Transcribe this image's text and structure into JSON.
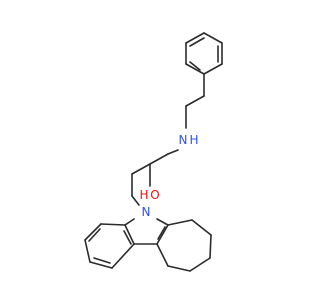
{
  "molecule": {
    "atoms": {
      "amine_n": {
        "symbol": "N",
        "suffix": "H"
      },
      "hydroxyl_o": {
        "symbol": "O",
        "prefix": "H"
      },
      "ring_n": {
        "symbol": "N"
      }
    },
    "colors": {
      "bond": "#2b2b2b",
      "nitrogen": "#3050f8",
      "oxygen": "#ff0d0d"
    }
  }
}
